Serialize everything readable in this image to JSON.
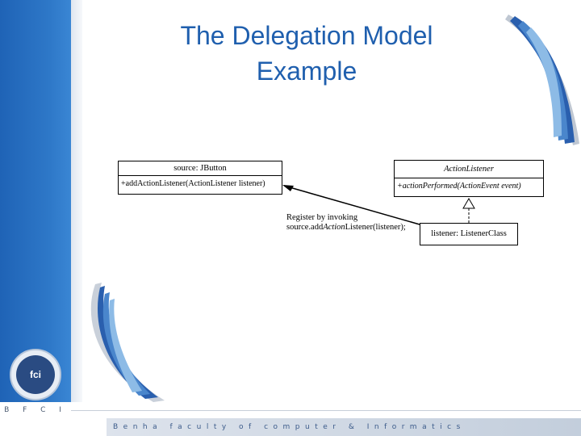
{
  "slide": {
    "title_line1": "The Delegation Model",
    "title_line2": "Example"
  },
  "diagram": {
    "source_box": {
      "name": "source: JButton",
      "operation": "+addActionListener(ActionListener listener)"
    },
    "interface_box": {
      "name": "ActionListener",
      "operation": "+actionPerformed(ActionEvent event)"
    },
    "listener_box": {
      "name": "listener: ListenerClass"
    },
    "note": {
      "line1": "Register by invoking",
      "line2_prefix": "source.add",
      "line2_italic": "Action",
      "line2_suffix": "Listener(listener);"
    }
  },
  "footer": {
    "left_text": "B F C I",
    "bottom_text": "Benha faculty of computer & Informatics"
  },
  "logo": {
    "text": "fci"
  },
  "colors": {
    "title": "#1f5fae",
    "bar": "#2e78c8",
    "footer_text": "#3c5b8a"
  }
}
